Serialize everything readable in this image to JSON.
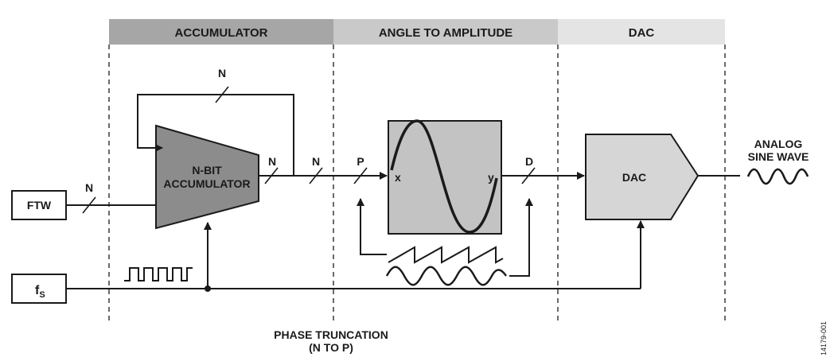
{
  "sections": {
    "accumulator": "ACCUMULATOR",
    "angle_to_amplitude": "ANGLE TO AMPLITUDE",
    "dac": "DAC"
  },
  "inputs": {
    "ftw": "FTW",
    "fs_main": "f",
    "fs_sub": "S"
  },
  "accumulator_block": {
    "line1": "N-BIT",
    "line2": "ACCUMULATOR"
  },
  "bus_labels": {
    "feedback": "N",
    "ftw_input": "N",
    "acc_output": "N",
    "after_junction": "N",
    "phase": "P",
    "digital_out": "D"
  },
  "lut_block": {
    "input_label": "x",
    "output_label": "y"
  },
  "dac_block": {
    "label": "DAC"
  },
  "output": {
    "line1": "ANALOG",
    "line2": "SINE WAVE"
  },
  "phase_truncation": {
    "line1": "PHASE TRUNCATION",
    "line2": "(N TO P)"
  },
  "figure_id": "14179-001",
  "colors": {
    "section_dark": "#a6a6a6",
    "section_mid": "#c9c9c9",
    "section_light": "#e4e4e4",
    "block_dark": "#8c8c8c",
    "block_mid": "#c3c3c3",
    "block_light": "#d6d6d6",
    "line": "#1a1a1a"
  }
}
